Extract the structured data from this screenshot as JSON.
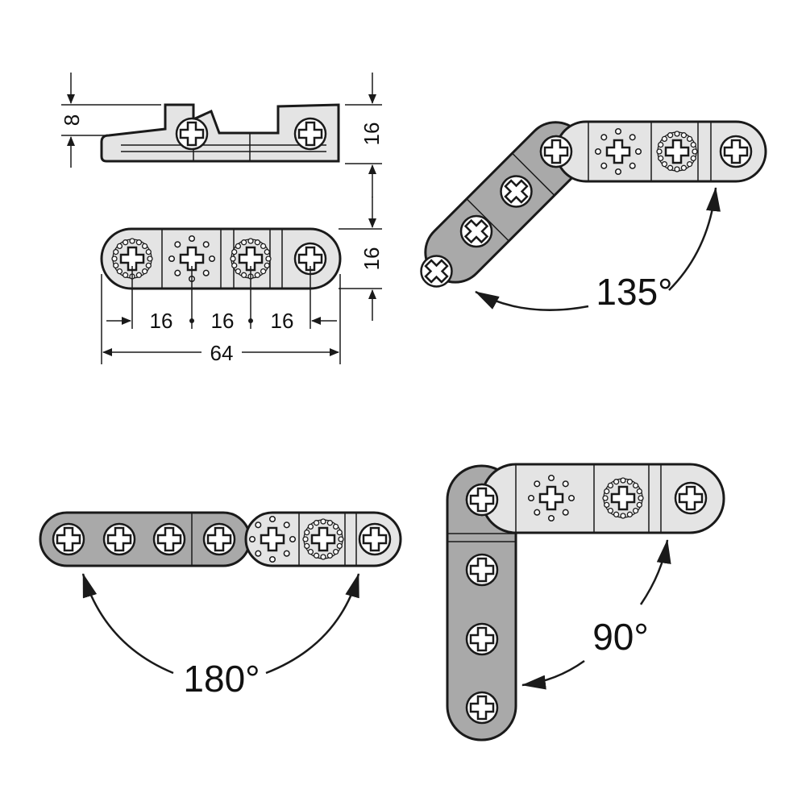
{
  "diagram": {
    "dimensions": {
      "height_top": "8",
      "height_side_top": "16",
      "height_side_plan": "16",
      "pitch_1": "16",
      "pitch_2": "16",
      "pitch_3": "16",
      "overall_length": "64"
    },
    "angles": {
      "angle_135": "135°",
      "angle_180": "180°",
      "angle_90": "90°"
    },
    "colors": {
      "outline": "#1a1a1a",
      "dark_part": "#a9a9a9",
      "light_part": "#e4e4e4",
      "background": "#ffffff"
    }
  }
}
